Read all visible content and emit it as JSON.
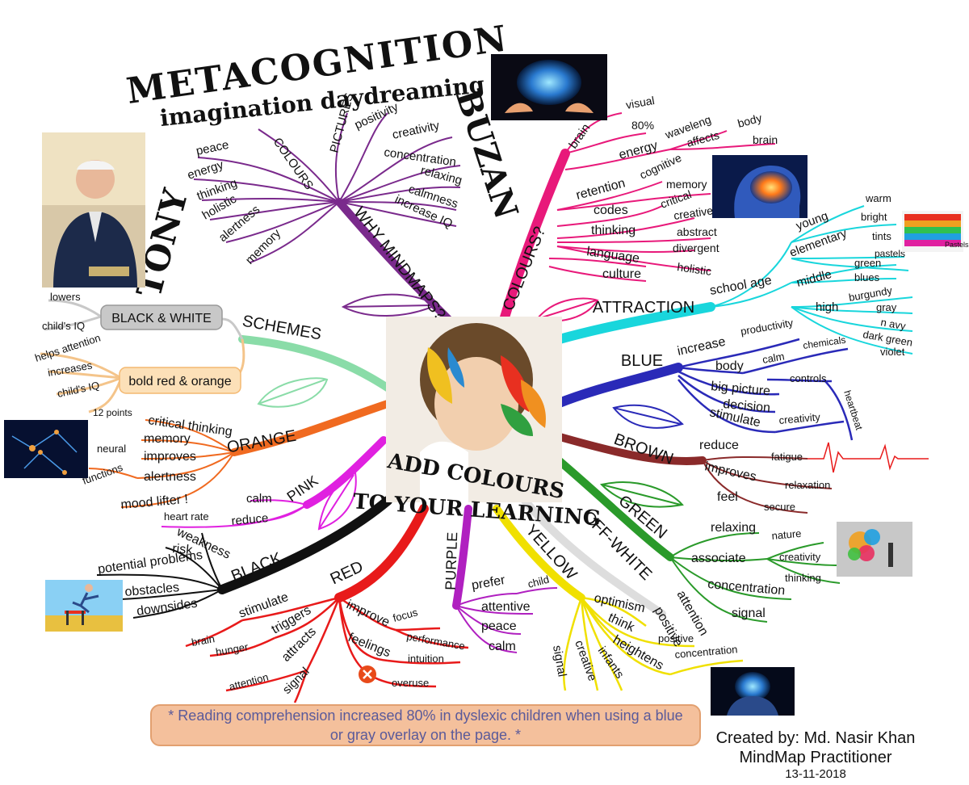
{
  "title": {
    "main": "METACOGNITION",
    "sub": "imagination daydreaming",
    "left": "TONY",
    "right": "BUZAN"
  },
  "center": {
    "line1": "ADD COLOURS",
    "line2": "TO YOUR LEARNING"
  },
  "branches": {
    "why": {
      "label": "WHY MINDMAPS?",
      "color": "#7a2a8c",
      "items": [
        "COLOURS",
        "PICTURES",
        "positivity",
        "creativity",
        "concentration",
        "relaxing",
        "calmness",
        "increase IQ",
        "peace",
        "energy",
        "thinking",
        "holistic",
        "alertness",
        "memory"
      ]
    },
    "colours": {
      "label": "COLOURS?",
      "color": "#e8197a",
      "items": [
        "brain",
        "visual",
        "80%",
        "energy",
        "waveleng",
        "body",
        "affects",
        "brain",
        "retention",
        "cognitive",
        "memory",
        "codes",
        "critical",
        "thinking",
        "creative",
        "abstract",
        "divergent",
        "holistic",
        "language",
        "culture"
      ]
    },
    "attraction": {
      "label": "ATTRACTION",
      "color": "#19d6dc",
      "items": [
        "school age",
        "young",
        "warm",
        "bright",
        "elementary",
        "tints",
        "pastels",
        "middle",
        "green",
        "blues",
        "high",
        "burgundy",
        "gray",
        "n avy",
        "dark green",
        "violet"
      ]
    },
    "blue": {
      "label": "BLUE",
      "color": "#2a2ab8",
      "items": [
        "increase",
        "productivity",
        "body",
        "calm",
        "chemicals",
        "big picture",
        "controls",
        "decision",
        "stimulate",
        "creativity",
        "heartbeat"
      ]
    },
    "brown": {
      "label": "BROWN",
      "color": "#8a2a2a",
      "items": [
        "reduce",
        "fatigue",
        "improves",
        "relaxation",
        "feel",
        "secure"
      ]
    },
    "green": {
      "label": "GREEN",
      "color": "#2a9a2a",
      "items": [
        "relaxing",
        "nature",
        "associate",
        "creativity",
        "thinking",
        "concentration",
        "signal"
      ]
    },
    "offwhite": {
      "label": "OFF-WHITE",
      "color": "#dddddd",
      "items": [
        "attention",
        "positive"
      ]
    },
    "yellow": {
      "label": "YELLOW",
      "color": "#f0e000",
      "items": [
        "optimism",
        "think",
        "positive",
        "heightens",
        "concentration",
        "infants",
        "creative",
        "signal"
      ]
    },
    "purple": {
      "label": "PURPLE",
      "color": "#b020c0",
      "items": [
        "prefer",
        "child",
        "attentive",
        "peace",
        "calm"
      ]
    },
    "red": {
      "label": "RED",
      "color": "#e81a1a",
      "items": [
        "stimulate",
        "brain",
        "triggers",
        "hunger",
        "attracts",
        "attention",
        "signal",
        "improve",
        "focus",
        "performance",
        "feelings",
        "intuition",
        "overuse"
      ]
    },
    "black": {
      "label": "BLACK",
      "color": "#111111",
      "items": [
        "heart rate",
        "weakness",
        "risk",
        "potential problems",
        "obstacles",
        "downsides"
      ]
    },
    "pink": {
      "label": "PINK",
      "color": "#e020e0",
      "items": [
        "calm",
        "reduce"
      ]
    },
    "orange": {
      "label": "ORANGE",
      "color": "#f06a20",
      "items": [
        "critical thinking",
        "memory",
        "improves",
        "alertness",
        "mood lifter !",
        "neural",
        "functions"
      ]
    },
    "schemes": {
      "label": "SCHEMES",
      "color": "#8adca8",
      "items": [
        "BLACK & WHITE",
        "lowers",
        "child's IQ",
        "bold red & orange",
        "helps attention",
        "increases",
        "child's IQ",
        "12 points"
      ]
    }
  },
  "images": {
    "pastels_caption": "Pastels"
  },
  "footnote": "* Reading comprehension increased 80% in dyslexic children when using a blue or gray overlay on the page. *",
  "credit": {
    "line1": "Created by: Md. Nasir Khan",
    "line2": "MindMap Practitioner",
    "line3": "13-11-2018"
  }
}
